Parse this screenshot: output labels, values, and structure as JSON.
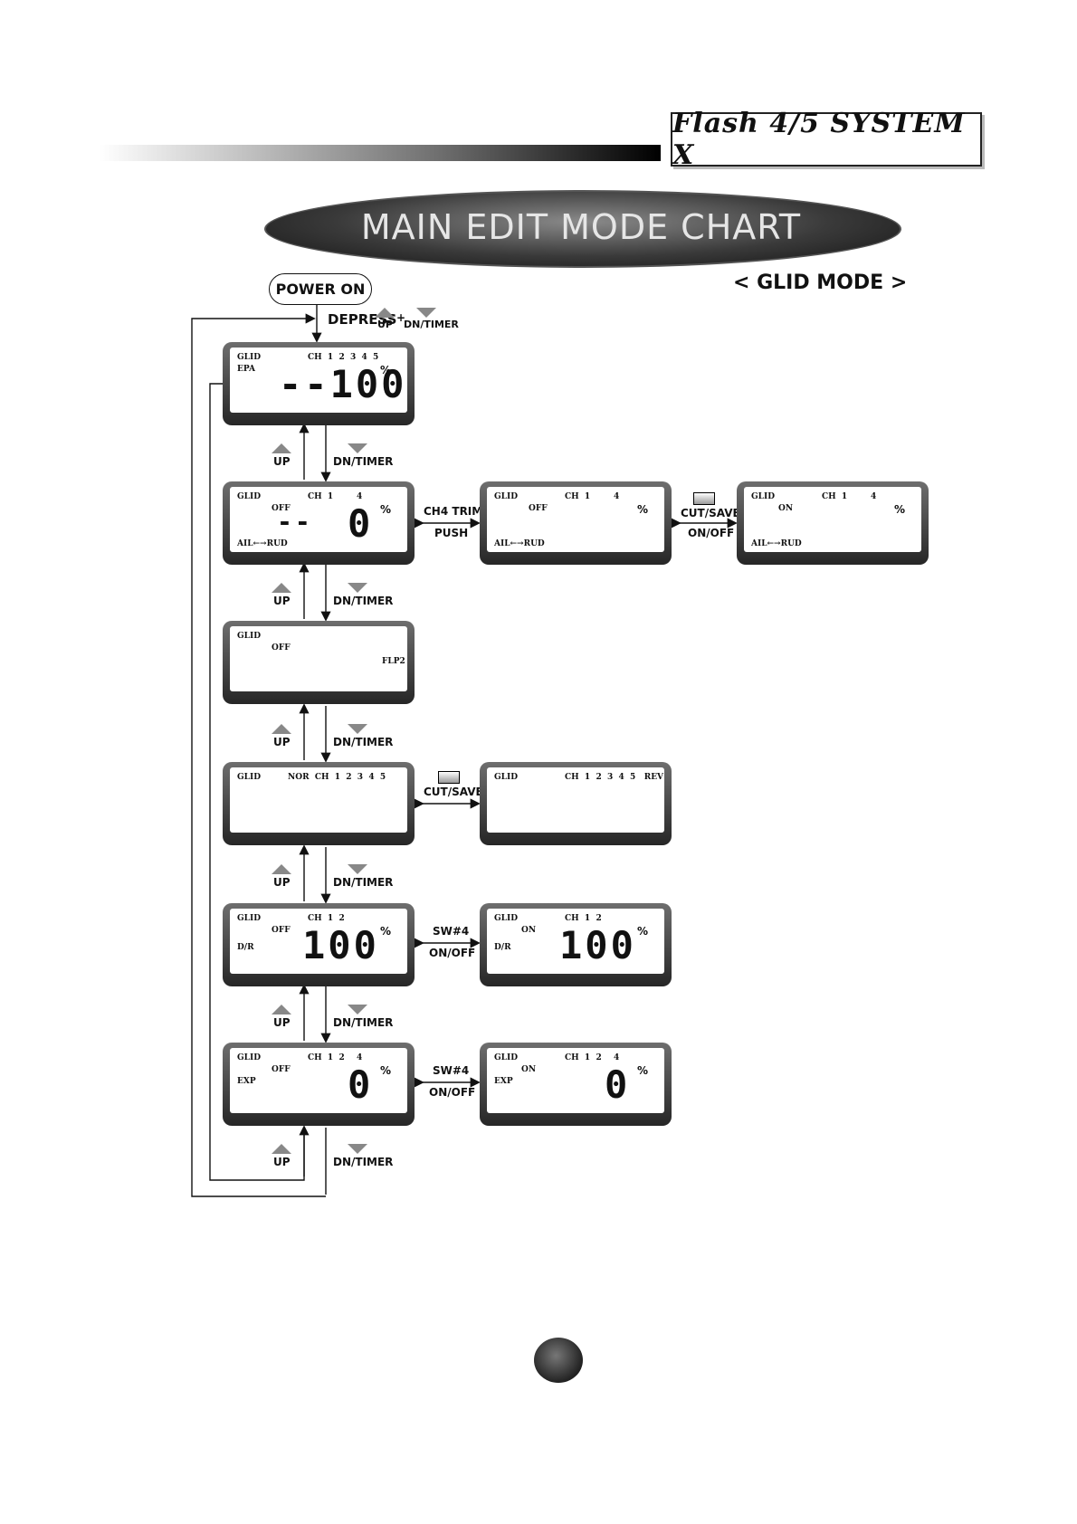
{
  "header": {
    "logo_text": "Flash 4/5 SYSTEM X",
    "title": "MAIN EDIT MODE CHART",
    "mode": "< GLID MODE >"
  },
  "flow": {
    "power_on": "POWER ON",
    "depress": "DEPRESS",
    "plus": "+",
    "up": "UP",
    "dn": "DN/TIMER",
    "ch4trim": "CH4 TRIM",
    "push": "PUSH",
    "cutsave": "CUT/SAVE",
    "onoff": "ON/OFF",
    "sw4": "SW#4"
  },
  "screens": {
    "epa": {
      "mode": "GLID",
      "func": "EPA",
      "ch": "CH  1  2  3  4  5",
      "value": "--100",
      "pct": "%"
    },
    "mix_off": {
      "mode": "GLID",
      "state": "OFF",
      "ch": "CH  1",
      "ch4": "4",
      "value": "0",
      "dash": "--",
      "pct": "%",
      "bottom": "AIL←→RUD"
    },
    "mix_push": {
      "mode": "GLID",
      "state": "OFF",
      "ch": "CH  1",
      "ch4": "4",
      "pct": "%",
      "bottom": "AIL←→RUD"
    },
    "mix_on": {
      "mode": "GLID",
      "state": "ON",
      "ch": "CH  1",
      "ch4": "4",
      "pct": "%",
      "bottom": "AIL←→RUD"
    },
    "flap": {
      "mode": "GLID",
      "state": "OFF",
      "label": "FLP2"
    },
    "rev_nor": {
      "mode": "GLID",
      "ch": "NOR  CH  1  2  3  4  5"
    },
    "rev_rev": {
      "mode": "GLID",
      "ch": "CH  1  2  3  4  5   REV"
    },
    "dr_off": {
      "mode": "GLID",
      "state": "OFF",
      "ch": "CH  1  2",
      "func": "D/R",
      "value": "100",
      "pct": "%"
    },
    "dr_on": {
      "mode": "GLID",
      "state": "ON",
      "ch": "CH  1  2",
      "func": "D/R",
      "value": "100",
      "pct": "%"
    },
    "exp_off": {
      "mode": "GLID",
      "state": "OFF",
      "ch": "CH  1  2",
      "ch4": "4",
      "func": "EXP",
      "value": "0",
      "pct": "%"
    },
    "exp_on": {
      "mode": "GLID",
      "state": "ON",
      "ch": "CH  1  2",
      "ch4": "4",
      "func": "EXP",
      "value": "0",
      "pct": "%"
    }
  },
  "colors": {
    "lcd_frame": "#3a3a3a",
    "triangle": "#888888"
  }
}
